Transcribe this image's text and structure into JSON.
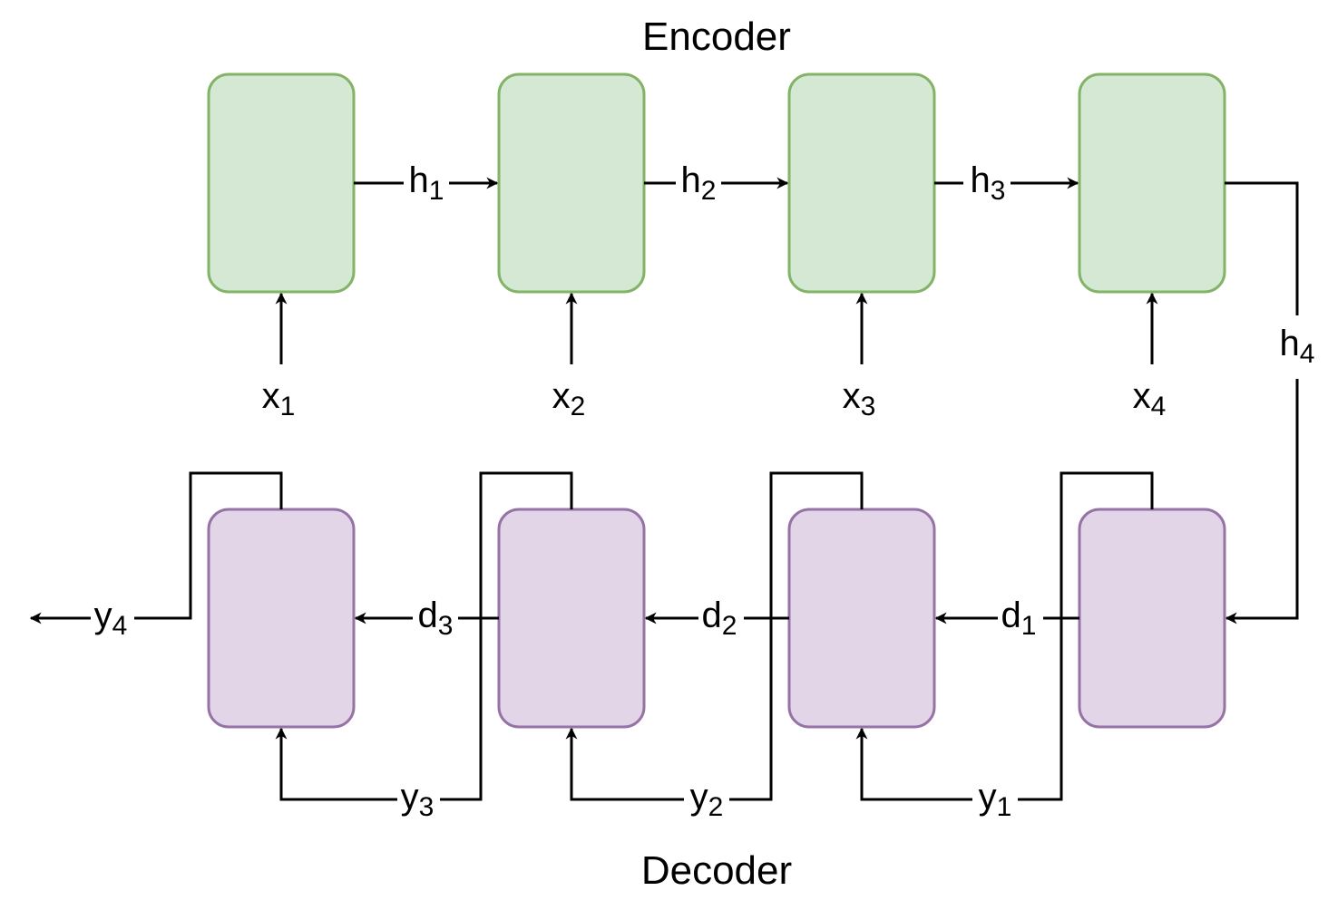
{
  "encoder": {
    "title": "Encoder",
    "colors": {
      "fill": "#d5e8d4",
      "stroke": "#82b366"
    },
    "inputs": [
      {
        "base": "x",
        "sub": "1"
      },
      {
        "base": "x",
        "sub": "2"
      },
      {
        "base": "x",
        "sub": "3"
      },
      {
        "base": "x",
        "sub": "4"
      }
    ],
    "hidden": [
      {
        "base": "h",
        "sub": "1"
      },
      {
        "base": "h",
        "sub": "2"
      },
      {
        "base": "h",
        "sub": "3"
      },
      {
        "base": "h",
        "sub": "4"
      }
    ]
  },
  "decoder": {
    "title": "Decoder",
    "colors": {
      "fill": "#e1d5e7",
      "stroke": "#9673a6"
    },
    "states": [
      {
        "base": "d",
        "sub": "1"
      },
      {
        "base": "d",
        "sub": "2"
      },
      {
        "base": "d",
        "sub": "3"
      }
    ],
    "outputs": [
      {
        "base": "y",
        "sub": "1"
      },
      {
        "base": "y",
        "sub": "2"
      },
      {
        "base": "y",
        "sub": "3"
      },
      {
        "base": "y",
        "sub": "4"
      }
    ]
  }
}
